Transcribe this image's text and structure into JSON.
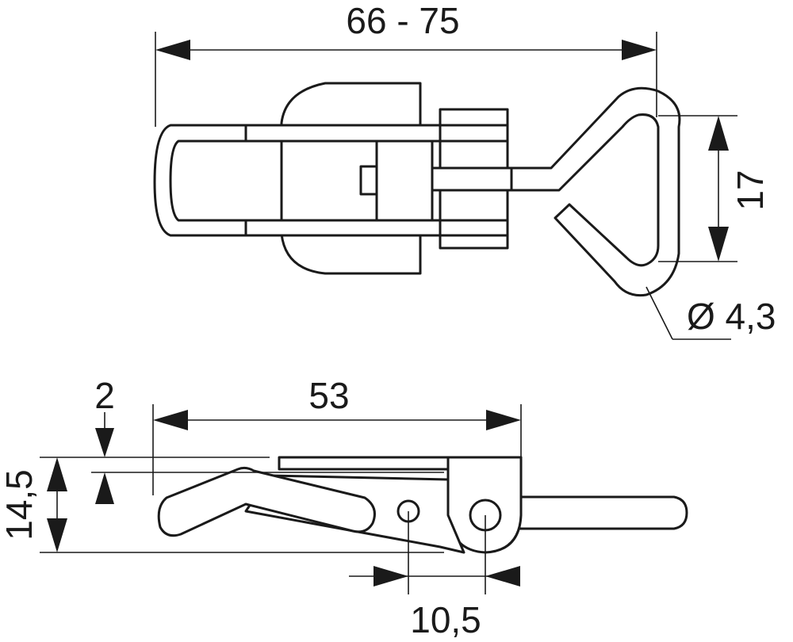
{
  "dimensions": {
    "overall_length": "66 - 75",
    "loop_height": "17",
    "wire_diameter": "Ø 4,3",
    "base_length": "53",
    "plate_thickness": "2",
    "total_height": "14,5",
    "hole_spacing": "10,5"
  }
}
